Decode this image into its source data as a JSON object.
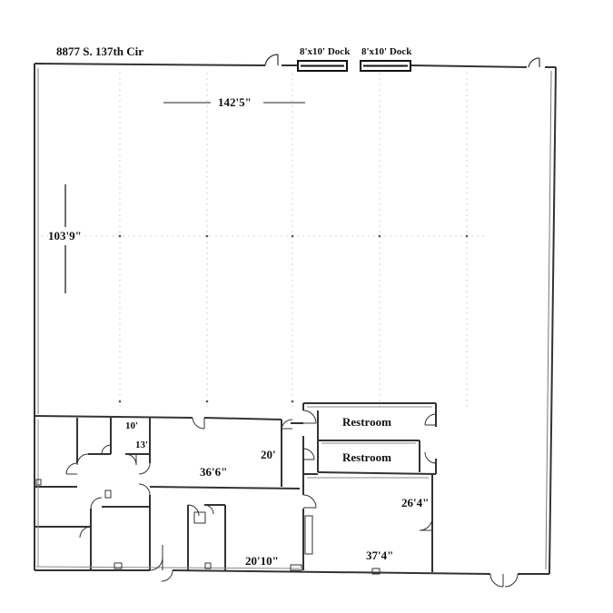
{
  "address": "8877 S. 137th Cir",
  "docks": [
    {
      "label": "8'x10' Dock"
    },
    {
      "label": "8'x10' Dock"
    }
  ],
  "dimensions": {
    "overall_width": "142'5\"",
    "overall_depth": "103'9\"",
    "small_room_w": "10'",
    "small_room_d": "13'",
    "office_w": "36'6\"",
    "office_d": "20'",
    "lower_office_w": "20'10\"",
    "open_area_w": "37'4\"",
    "open_area_d": "26'4\""
  },
  "rooms": {
    "restroom_upper": "Restroom",
    "restroom_lower": "Restroom"
  },
  "colors": {
    "wall": "#333333",
    "grid": "#bbbbbb"
  }
}
